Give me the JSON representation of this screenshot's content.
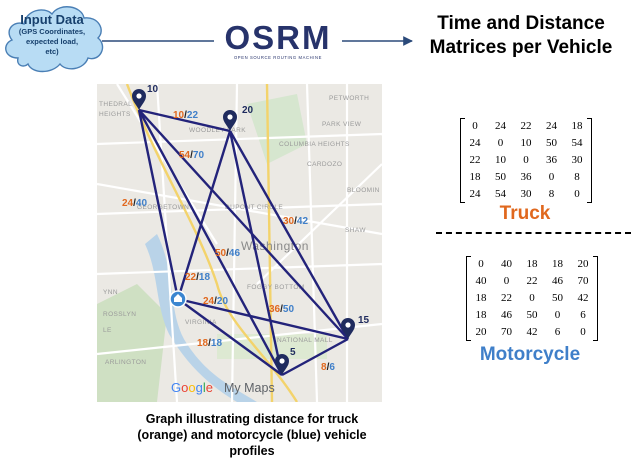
{
  "input_box": {
    "title": "Input Data",
    "subtitle": [
      "(GPS Coordinates,",
      "expected load,",
      "etc)"
    ],
    "color": "#b8dcf4"
  },
  "osrm": {
    "logo_text": "OSRM",
    "tagline": "OPEN SOURCE ROUTING MACHINE",
    "color": "#27336b"
  },
  "output_title": [
    "Time and Distance",
    "Matrices per Vehicle"
  ],
  "map": {
    "google_label": "Google",
    "mymaps_label": "My Maps",
    "street_labels": [
      "THEDRAL",
      "HEIGHTS",
      "WOODLEY PARK",
      "CARDOZO",
      "BLOOMIN",
      "SHAW",
      "GEORGETOWN",
      "DUPONT CIRCLE",
      "Washington",
      "FOGGY BOTTOM",
      "ROSSLYN",
      "ARLINGTON",
      "PARK VIEW",
      "COLUMBIA HEIGHTS",
      "PETWORTH",
      "VIRGINIA",
      "NATIONAL MALL",
      "YNN",
      "LE"
    ]
  },
  "nodes": [
    {
      "id": "10",
      "label": "10",
      "kind": "pin"
    },
    {
      "id": "20",
      "label": "20",
      "kind": "pin"
    },
    {
      "id": "depot",
      "label": "",
      "kind": "home"
    },
    {
      "id": "15",
      "label": "15",
      "kind": "pin"
    },
    {
      "id": "5",
      "label": "5",
      "kind": "pin"
    }
  ],
  "edge_labels": [
    {
      "truck": "10",
      "moto": "22"
    },
    {
      "truck": "54",
      "moto": "70"
    },
    {
      "truck": "24",
      "moto": "40"
    },
    {
      "truck": "30",
      "moto": "42"
    },
    {
      "truck": "50",
      "moto": "46"
    },
    {
      "truck": "22",
      "moto": "18"
    },
    {
      "truck": "24",
      "moto": "20"
    },
    {
      "truck": "36",
      "moto": "50"
    },
    {
      "truck": "18",
      "moto": "18"
    },
    {
      "truck": "8",
      "moto": "6"
    }
  ],
  "label_separator": "/",
  "truck": {
    "label": "Truck",
    "color": "#e0681e",
    "matrix": [
      [
        "0",
        "24",
        "22",
        "24",
        "18"
      ],
      [
        "24",
        "0",
        "10",
        "50",
        "54"
      ],
      [
        "22",
        "10",
        "0",
        "36",
        "30"
      ],
      [
        "18",
        "50",
        "36",
        "0",
        "8"
      ],
      [
        "24",
        "54",
        "30",
        "8",
        "0"
      ]
    ]
  },
  "motorcycle": {
    "label": "Motorcycle",
    "color": "#3f7fc9",
    "matrix": [
      [
        "0",
        "40",
        "18",
        "18",
        "20"
      ],
      [
        "40",
        "0",
        "22",
        "46",
        "70"
      ],
      [
        "18",
        "22",
        "0",
        "50",
        "42"
      ],
      [
        "18",
        "46",
        "50",
        "0",
        "6"
      ],
      [
        "20",
        "70",
        "42",
        "6",
        "0"
      ]
    ]
  },
  "caption": [
    "Graph illustrating distance for truck",
    "(orange) and motorcycle (blue) vehicle",
    "profiles"
  ],
  "colors": {
    "edge": "#23237a",
    "pin": "#1f2b5e",
    "home": "#3b86d0"
  }
}
